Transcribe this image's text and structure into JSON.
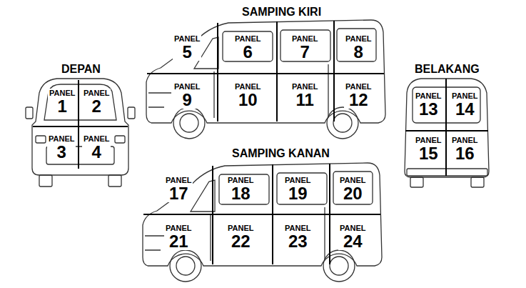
{
  "diagram": {
    "nodes": [
      {
        "text": [
          "PANEL",
          "1"
        ]
      },
      {
        "text": [
          "PANEL",
          "2"
        ]
      },
      {
        "text": [
          "PANEL",
          "3"
        ]
      },
      {
        "text": [
          "PANEL",
          "4"
        ]
      },
      {
        "text": [
          "PANEL",
          "5"
        ]
      },
      {
        "text": [
          "PANEL",
          "6"
        ]
      },
      {
        "text": [
          "PANEL",
          "7"
        ]
      },
      {
        "text": [
          "PANEL",
          "8"
        ]
      },
      {
        "text": [
          "PANEL",
          "9"
        ]
      },
      {
        "text": [
          "PANEL",
          "10"
        ]
      },
      {
        "text": [
          "PANEL",
          "11"
        ]
      },
      {
        "text": [
          "PANEL",
          "12"
        ]
      },
      {
        "text": [
          "PANEL",
          "13"
        ]
      },
      {
        "text": [
          "PANEL",
          "14"
        ]
      },
      {
        "text": [
          "PANEL",
          "15"
        ]
      },
      {
        "text": [
          "PANEL",
          "16"
        ]
      },
      {
        "text": [
          "PANEL",
          "17"
        ]
      },
      {
        "text": [
          "PANEL",
          "18"
        ]
      },
      {
        "text": [
          "PANEL",
          "19"
        ]
      },
      {
        "text": [
          "PANEL",
          "20"
        ]
      },
      {
        "text": [
          "PANEL",
          "21"
        ]
      },
      {
        "text": [
          "PANEL",
          "22"
        ]
      },
      {
        "text": [
          "PANEL",
          "23"
        ]
      },
      {
        "text": [
          "PANEL",
          "24"
        ]
      }
    ],
    "labels": [
      "SAMPING KIRI",
      "DEPAN",
      "BELAKANG",
      "SAMPING KANAN"
    ]
  }
}
